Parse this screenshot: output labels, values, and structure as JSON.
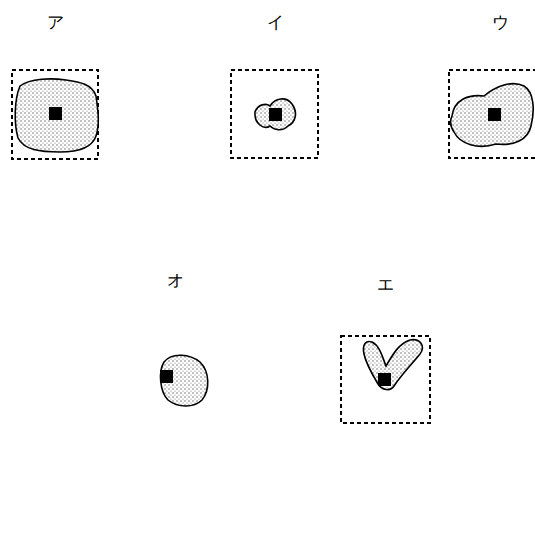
{
  "diagram": {
    "labels": [
      "ア",
      "イ",
      "ウ",
      "オ",
      "エ"
    ]
  }
}
